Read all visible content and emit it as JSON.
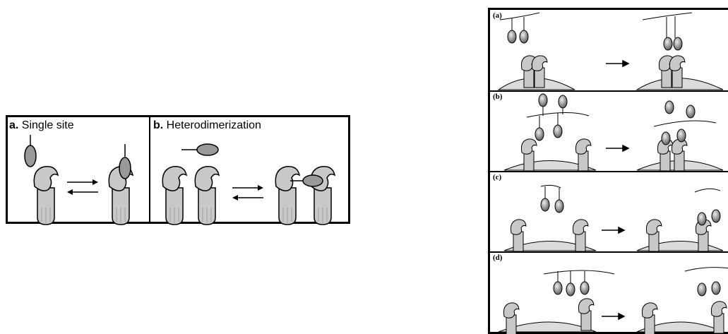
{
  "left_figure": {
    "panel_a": {
      "letter": "a.",
      "title": "Single site"
    },
    "panel_b": {
      "letter": "b.",
      "title": "Heterodimerization"
    }
  },
  "right_figure": {
    "panels": [
      {
        "label": "(a)"
      },
      {
        "label": "(b)"
      },
      {
        "label": "(c)"
      },
      {
        "label": "(d)"
      }
    ]
  },
  "colors": {
    "receptor_fill": "#c8c8c8",
    "membrane_fill": "#dcdcdc",
    "ligand_dark": "#555555",
    "ligand_light": "#eeeeee",
    "line": "#000000"
  }
}
